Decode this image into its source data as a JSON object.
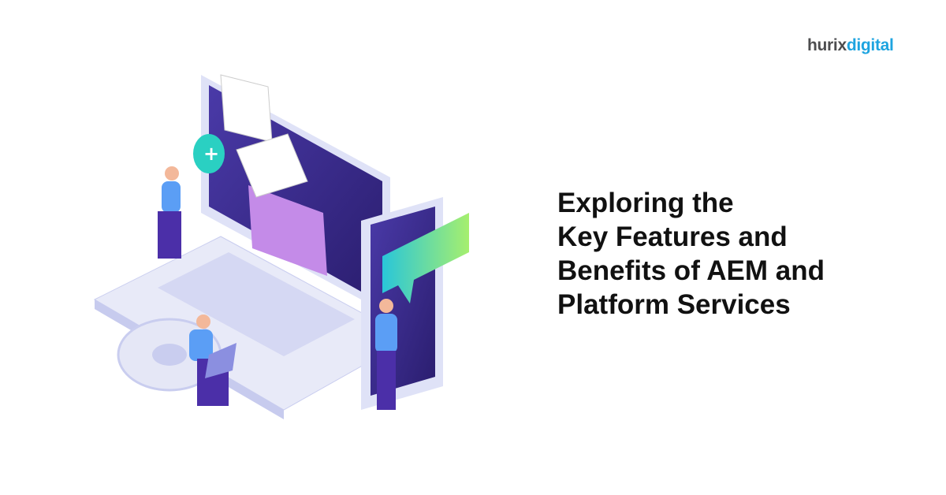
{
  "logo": {
    "part1": "hurix",
    "part2": "digital"
  },
  "title_lines": [
    "Exploring the",
    "Key Features and",
    "Benefits of AEM and",
    "Platform Services"
  ],
  "colors": {
    "brand_gray": "#4d4d4f",
    "brand_blue": "#1ea4e0",
    "screen": "#3b2a8f",
    "accent_green": "#4fe0a8"
  }
}
